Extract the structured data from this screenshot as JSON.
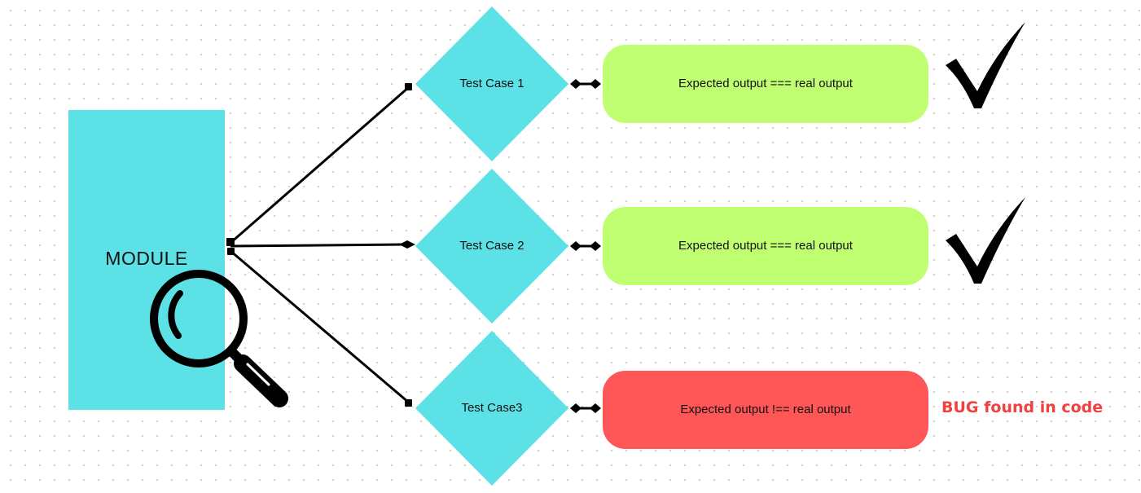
{
  "module": {
    "label": "MODULE",
    "color": "#5CE1E6"
  },
  "test_cases": [
    {
      "label": "Test Case 1",
      "output": "Expected output === real output",
      "status": "pass"
    },
    {
      "label": "Test Case 2",
      "output": "Expected output === real output",
      "status": "pass"
    },
    {
      "label": "Test Case3",
      "output": "Expected output !== real output",
      "status": "fail"
    }
  ],
  "bug_note": "BUG found in code",
  "icons": {
    "inspect": "magnifying-glass-icon",
    "pass": "checkmark-icon"
  },
  "colors": {
    "diamond": "#5CE1E6",
    "pass_box": "#C1FF72",
    "fail_box": "#FF5757",
    "bug_text": "#F04040",
    "connector": "#000000"
  }
}
